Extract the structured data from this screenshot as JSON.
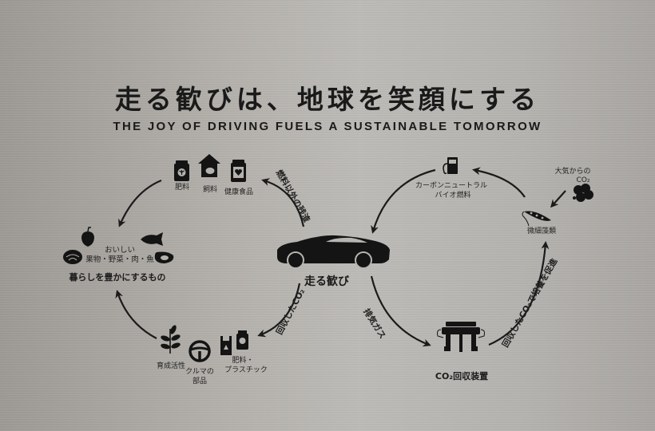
{
  "header": {
    "title_jp": "走る歓びは、地球を笑顔にする",
    "title_en": "THE JOY OF DRIVING FUELS A SUSTAINABLE TOMORROW"
  },
  "center": {
    "label": "走る歓び",
    "icon": "sports-car-icon"
  },
  "left_loop": {
    "top_items": [
      {
        "label": "肥料",
        "icon": "fertilizer-bag-icon"
      },
      {
        "label": "飼料",
        "icon": "barn-chicken-icon"
      },
      {
        "label": "健康食品",
        "icon": "health-food-jar-icon"
      }
    ],
    "top_arrow_label": "燃料以外の残渣",
    "food": {
      "line1": "おいしい",
      "line2": "果物・野菜・肉・魚",
      "caption": "暮らしを豊かにするもの",
      "icons": [
        "apple-icon",
        "fish-icon",
        "cabbage-icon",
        "steak-icon"
      ]
    },
    "bottom_items": [
      {
        "label": "育成活性",
        "icon": "plant-icon"
      },
      {
        "label": "クルマの\n部品",
        "line1": "クルマの",
        "line2": "部品",
        "icon": "steering-wheel-icon"
      },
      {
        "label": "肥料・\nプラスチック",
        "line1": "肥料・",
        "line2": "プラスチック",
        "icon": "bag-and-fertilizer-icon"
      }
    ],
    "bottom_arrow_label": "回収したCO₂"
  },
  "right_loop": {
    "fuel": {
      "line1": "カーボンニュートラル",
      "line2": "バイオ燃料",
      "icon": "fuel-pump-icon"
    },
    "atmosphere": {
      "line1": "大気からの",
      "line2": "CO₂",
      "icon": "cloud-icon"
    },
    "algae": {
      "label": "微細藻類",
      "icon": "algae-icon"
    },
    "exhaust_label": "排気ガス",
    "capture": {
      "label": "CO₂回収装置",
      "icon": "co2-capture-device-icon"
    },
    "right_arrow_label": "回収したCO₂で培養を促進"
  },
  "colors": {
    "ink": "#1b1b1b",
    "background": "#b3b0ab"
  }
}
